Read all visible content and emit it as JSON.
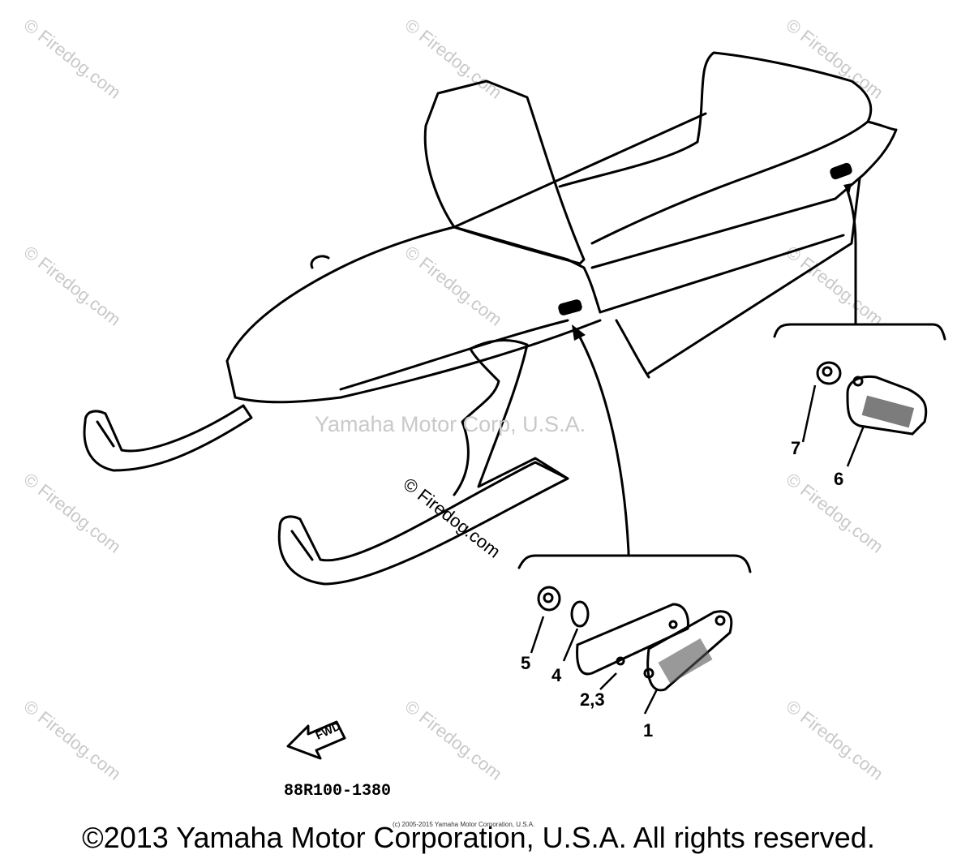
{
  "diagram": {
    "part_number": "88R100-1380",
    "fwd_label": "FWD",
    "callouts": [
      "1",
      "2,3",
      "4",
      "5",
      "6",
      "7"
    ],
    "watermark": "© Firedog.com",
    "center_watermark": "Yamaha Motor Corp, U.S.A.",
    "center_watermark_2": "© Firedog.com",
    "small_copyright": "(c) 2005-2015 Yamaha Motor Corporation, U.S.A.",
    "copyright": "©2013 Yamaha Motor Corporation, U.S.A. All rights reserved."
  }
}
